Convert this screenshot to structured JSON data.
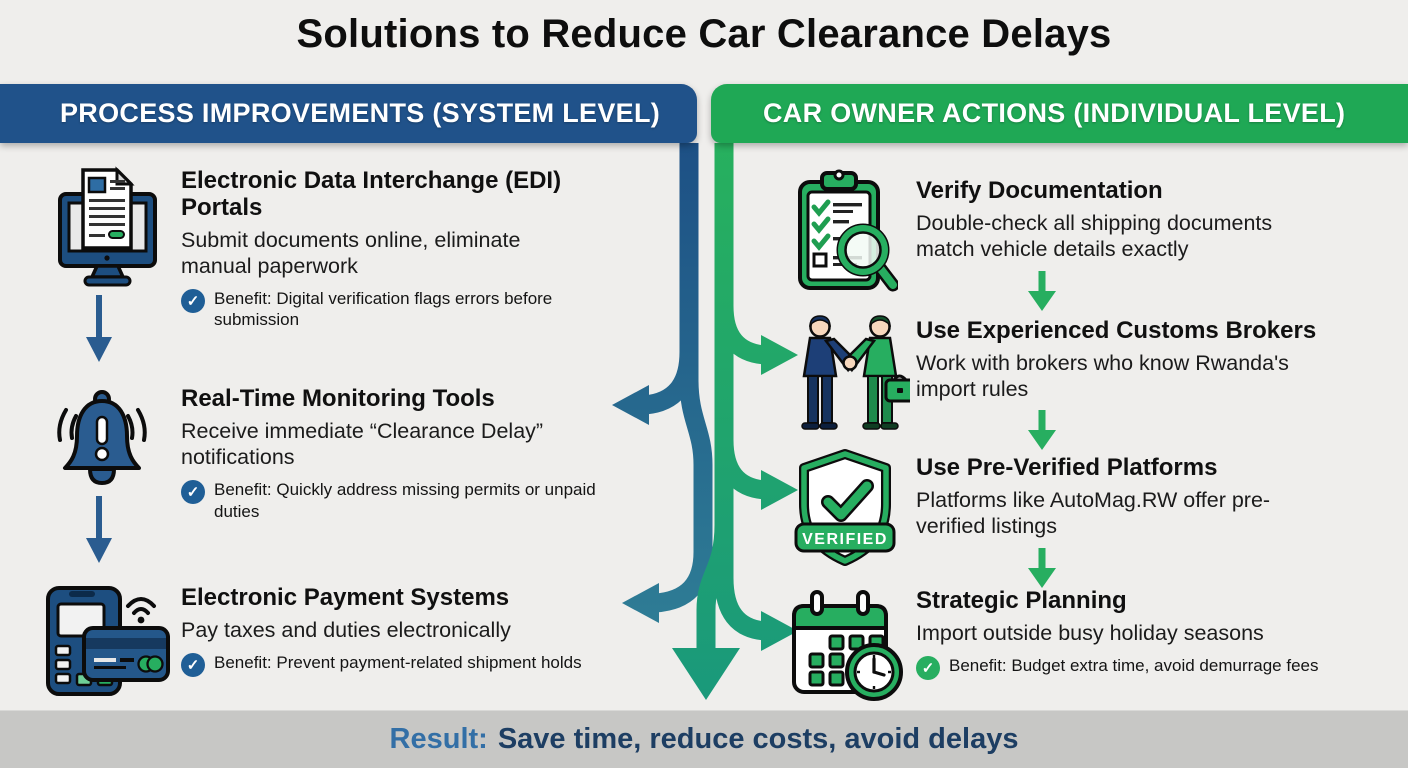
{
  "title": "Solutions to Reduce Car Clearance Delays",
  "columns": {
    "left": {
      "header": "PROCESS IMPROVEMENTS (SYSTEM LEVEL)",
      "header_color": "#20528a",
      "items": [
        {
          "icon": "monitor-document-icon",
          "title": "Electronic Data Interchange (EDI) Portals",
          "description": "Submit documents online, eliminate manual paperwork",
          "benefit": "Benefit: Digital verification flags errors before submission"
        },
        {
          "icon": "alert-bell-icon",
          "title": "Real-Time Monitoring Tools",
          "description": "Receive immediate “Clearance Delay” notifications",
          "benefit": "Benefit: Quickly address missing permits or unpaid duties"
        },
        {
          "icon": "payment-terminal-icon",
          "title": "Electronic Payment Systems",
          "description": "Pay taxes and duties electronically",
          "benefit": "Benefit: Prevent payment-related shipment holds"
        }
      ]
    },
    "right": {
      "header": "CAR OWNER ACTIONS (INDIVIDUAL LEVEL)",
      "header_color": "#1fa855",
      "items": [
        {
          "icon": "clipboard-magnifier-icon",
          "title": "Verify Documentation",
          "description": "Double-check all shipping documents match vehicle details exactly"
        },
        {
          "icon": "handshake-icon",
          "title": "Use Experienced Customs Brokers",
          "description": "Work with brokers who know Rwanda's import rules"
        },
        {
          "icon": "verified-shield-icon",
          "title": "Use Pre-Verified Platforms",
          "description": "Platforms like AutoMag.RW offer pre-verified listings",
          "badge": "VERIFIED"
        },
        {
          "icon": "calendar-clock-icon",
          "title": "Strategic Planning",
          "description": "Import outside busy holiday seasons",
          "benefit": "Benefit: Budget extra time, avoid demurrage fees"
        }
      ]
    }
  },
  "footer": {
    "result_label": "Result:",
    "result_text": "Save time, reduce costs, avoid delays"
  },
  "colors": {
    "background": "#efeeec",
    "left_accent": "#20528a",
    "right_accent": "#27ae60",
    "blue_arrow_gradient": [
      "#1d5085",
      "#2e7c95"
    ],
    "green_arrow_gradient": [
      "#27b05e",
      "#1a997b"
    ],
    "benefit_check_left": "#1f5e96",
    "benefit_check_right": "#27ae60",
    "footer_bg": "#c7c7c5",
    "footer_label": "#336fa6",
    "footer_text": "#1d3e63"
  }
}
